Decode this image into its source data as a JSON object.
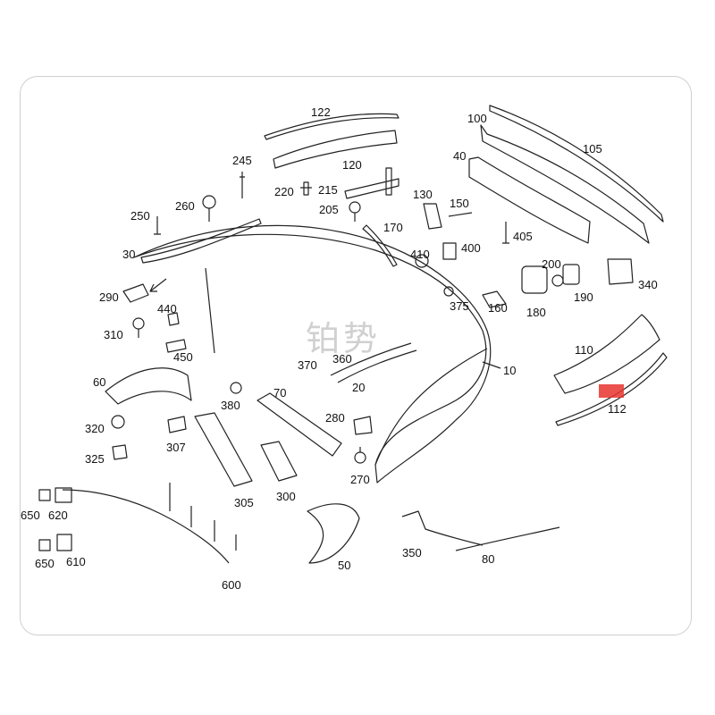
{
  "diagram": {
    "watermark": "铂势",
    "highlight_color": "#e8342f",
    "line_color": "#222222",
    "callouts": [
      "122",
      "100",
      "105",
      "120",
      "40",
      "245",
      "215",
      "220",
      "130",
      "150",
      "260",
      "205",
      "250",
      "170",
      "405",
      "410",
      "400",
      "30",
      "200",
      "340",
      "290",
      "440",
      "375",
      "160",
      "180",
      "190",
      "310",
      "450",
      "370",
      "360",
      "110",
      "20",
      "10",
      "60",
      "70",
      "380",
      "112",
      "320",
      "307",
      "280",
      "325",
      "270",
      "305",
      "300",
      "650",
      "620",
      "600",
      "650",
      "610",
      "350",
      "80",
      "50"
    ]
  }
}
